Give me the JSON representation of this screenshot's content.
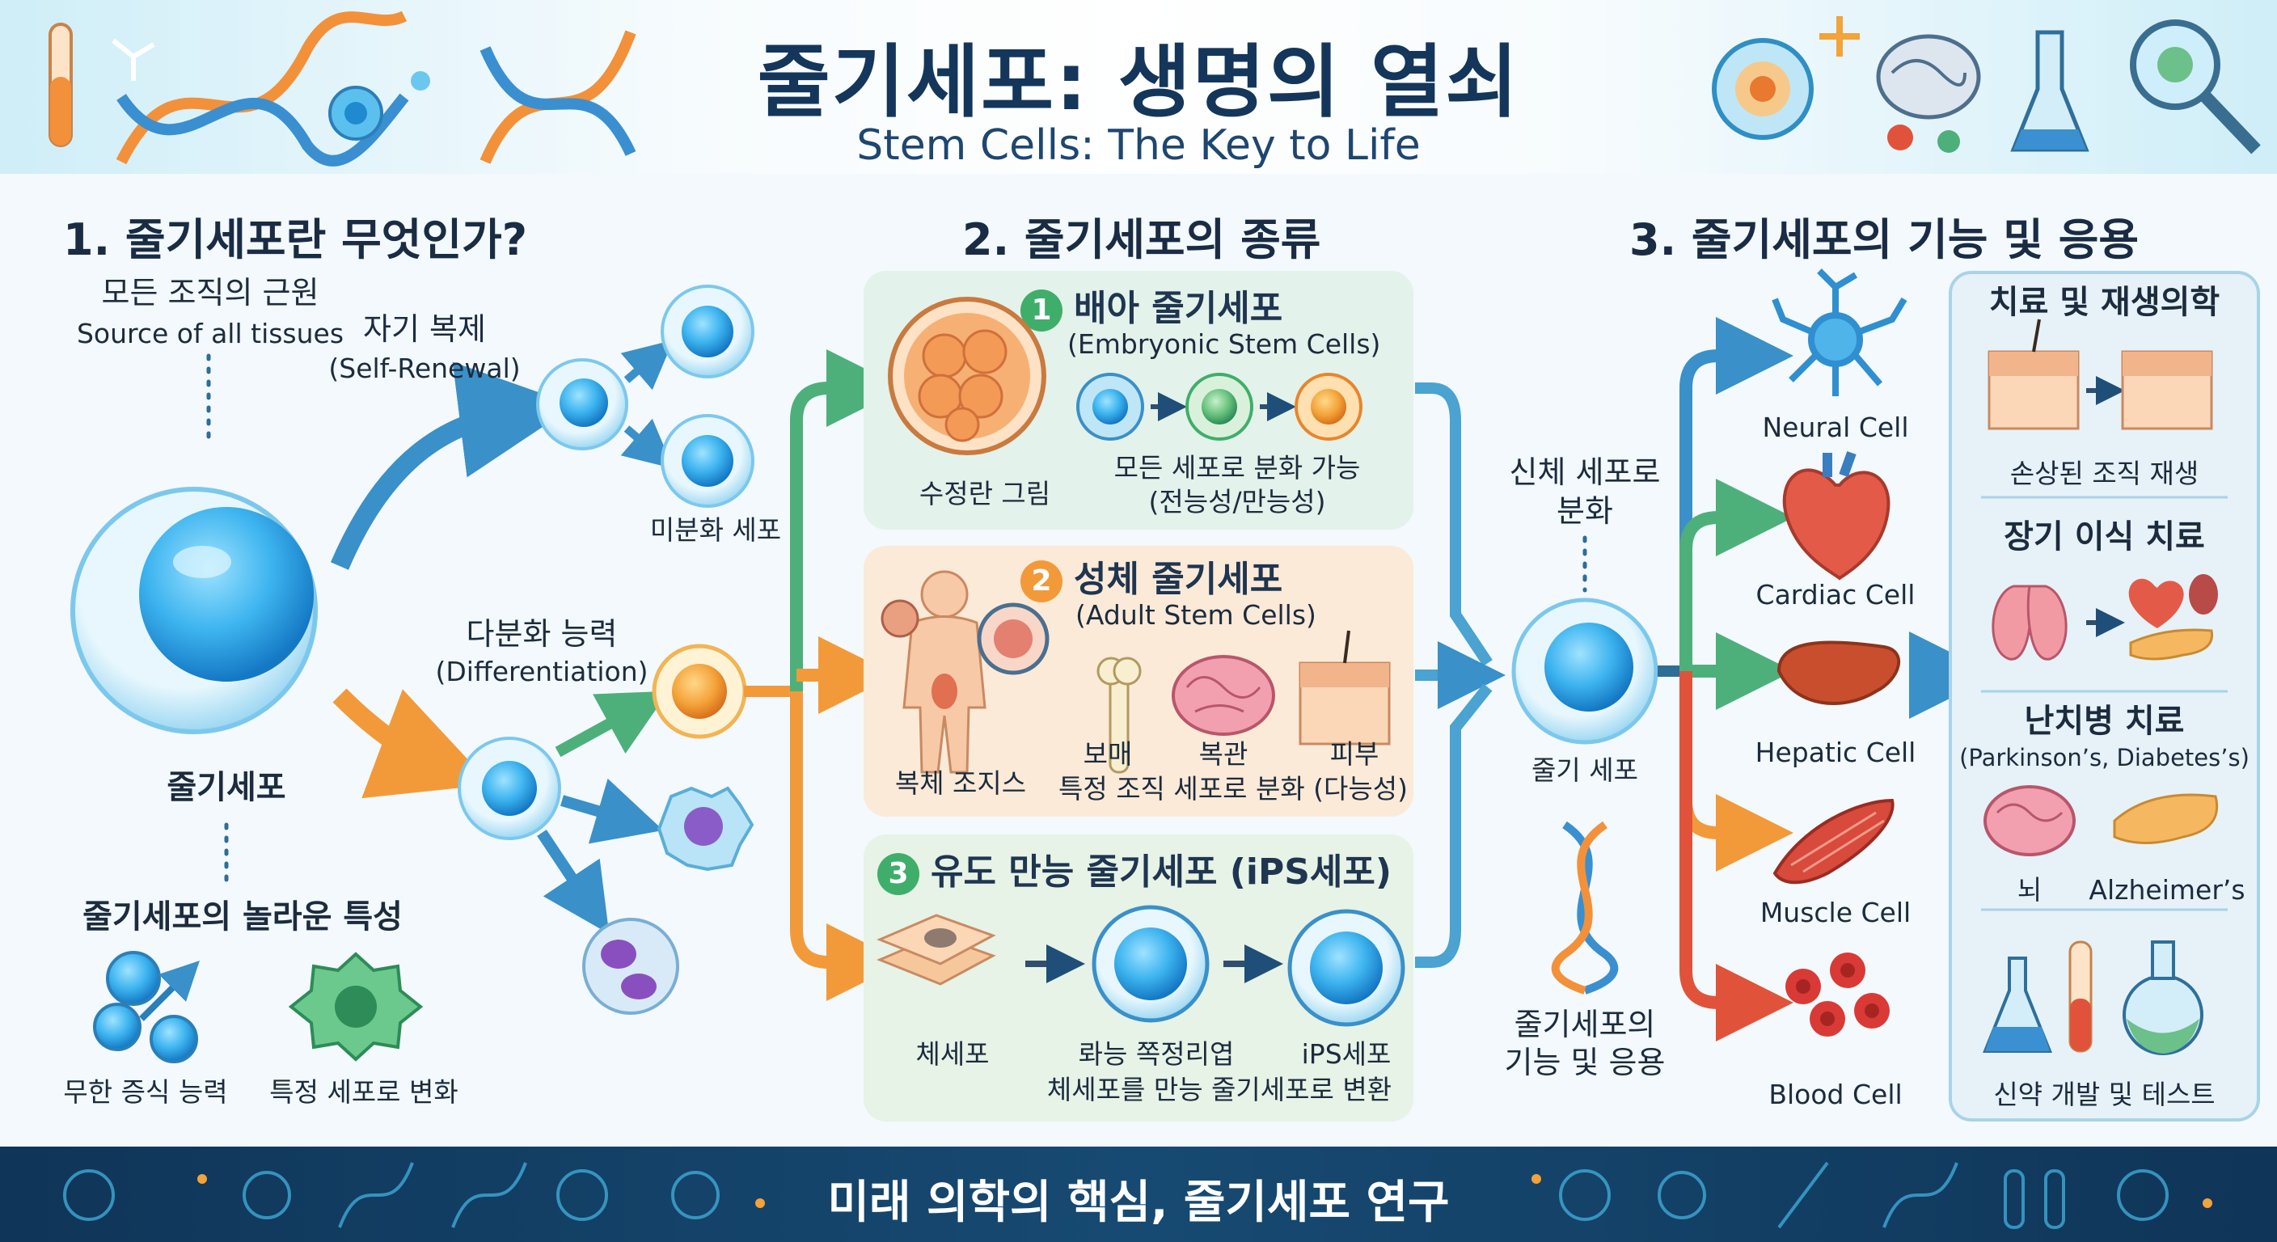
{
  "header": {
    "title": "줄기세포: 생명의 열쇠",
    "subtitle": "Stem Cells: The Key to Life"
  },
  "section1": {
    "heading": "1. 줄기세포란 무엇인가?",
    "origin_ko": "모든 조직의 근원",
    "origin_en": "Source of all tissues",
    "self_renewal_ko": "자기 복제",
    "self_renewal_en": "(Self-Renewal)",
    "undiff_label": "미분화 세포",
    "diff_ko": "다분화 능력",
    "diff_en": "(Differentiation)",
    "stem_cell_label": "줄기세포",
    "properties_title": "줄기세포의 놀라운 특성",
    "prop1": "무한 증식 능력",
    "prop2": "특정 세포로 변화"
  },
  "section2": {
    "heading": "2. 줄기세포의 종류",
    "embryonic": {
      "num": "1",
      "title_ko": "배아 줄기세포",
      "title_en": "(Embryonic Stem Cells)",
      "image_label": "수정란 그림",
      "desc_line1": "모든 세포로 분화 가능",
      "desc_line2": "(전능성/만능성)"
    },
    "adult": {
      "num": "2",
      "title_ko": "성체 줄기세포",
      "title_en": "(Adult Stem Cells)",
      "body_label": "복체 조지스",
      "bone": "보매",
      "brain": "복관",
      "skin": "피부",
      "desc": "특정 조직 세포로 분화 (다능성)"
    },
    "ips": {
      "num": "3",
      "title": "유도 만능 줄기세포 (iPS세포)",
      "somatic": "체세포",
      "reprog": "롸능 쪽정리엽",
      "ips_cell": "iPS세포",
      "desc": "체세포를 만능 줄기세포로 변환"
    }
  },
  "middle": {
    "somatic_diff_line1": "신체 세포로",
    "somatic_diff_line2": "분화",
    "stem_cell": "줄기 세포",
    "func_line1": "줄기세포의",
    "func_line2": "기능 및 응용"
  },
  "section3": {
    "heading": "3. 줄기세포의 기능 및 응용",
    "cells": [
      "Neural Cell",
      "Cardiac Cell",
      "Hepatic Cell",
      "Muscle Cell",
      "Blood Cell"
    ],
    "panel_title": "치료 및 재생의학",
    "tissue_regen": "손상된 조직 재생",
    "organ_title": "장기 이식 치료",
    "incurable_title": "난치병 치료",
    "incurable_sub": "(Parkinson’s, Diabetes’s)",
    "brain_label": "뇌",
    "alz_label": "Alzheimer’s",
    "drug_label": "신약 개발 및 테스트"
  },
  "footer": {
    "text": "미래 의학의 핵심, 줄기세포 연구"
  },
  "colors": {
    "navy": "#14365a",
    "blue_arrow": "#3a90c8",
    "green_arrow": "#4db07a",
    "orange_arrow": "#f29a3a",
    "red_arrow": "#e0533a",
    "embryonic_bg": "#e3f2ea",
    "adult_bg": "#fbead8",
    "ips_bg": "#e6f3e6",
    "apps_bg": "#e6f2f8"
  }
}
